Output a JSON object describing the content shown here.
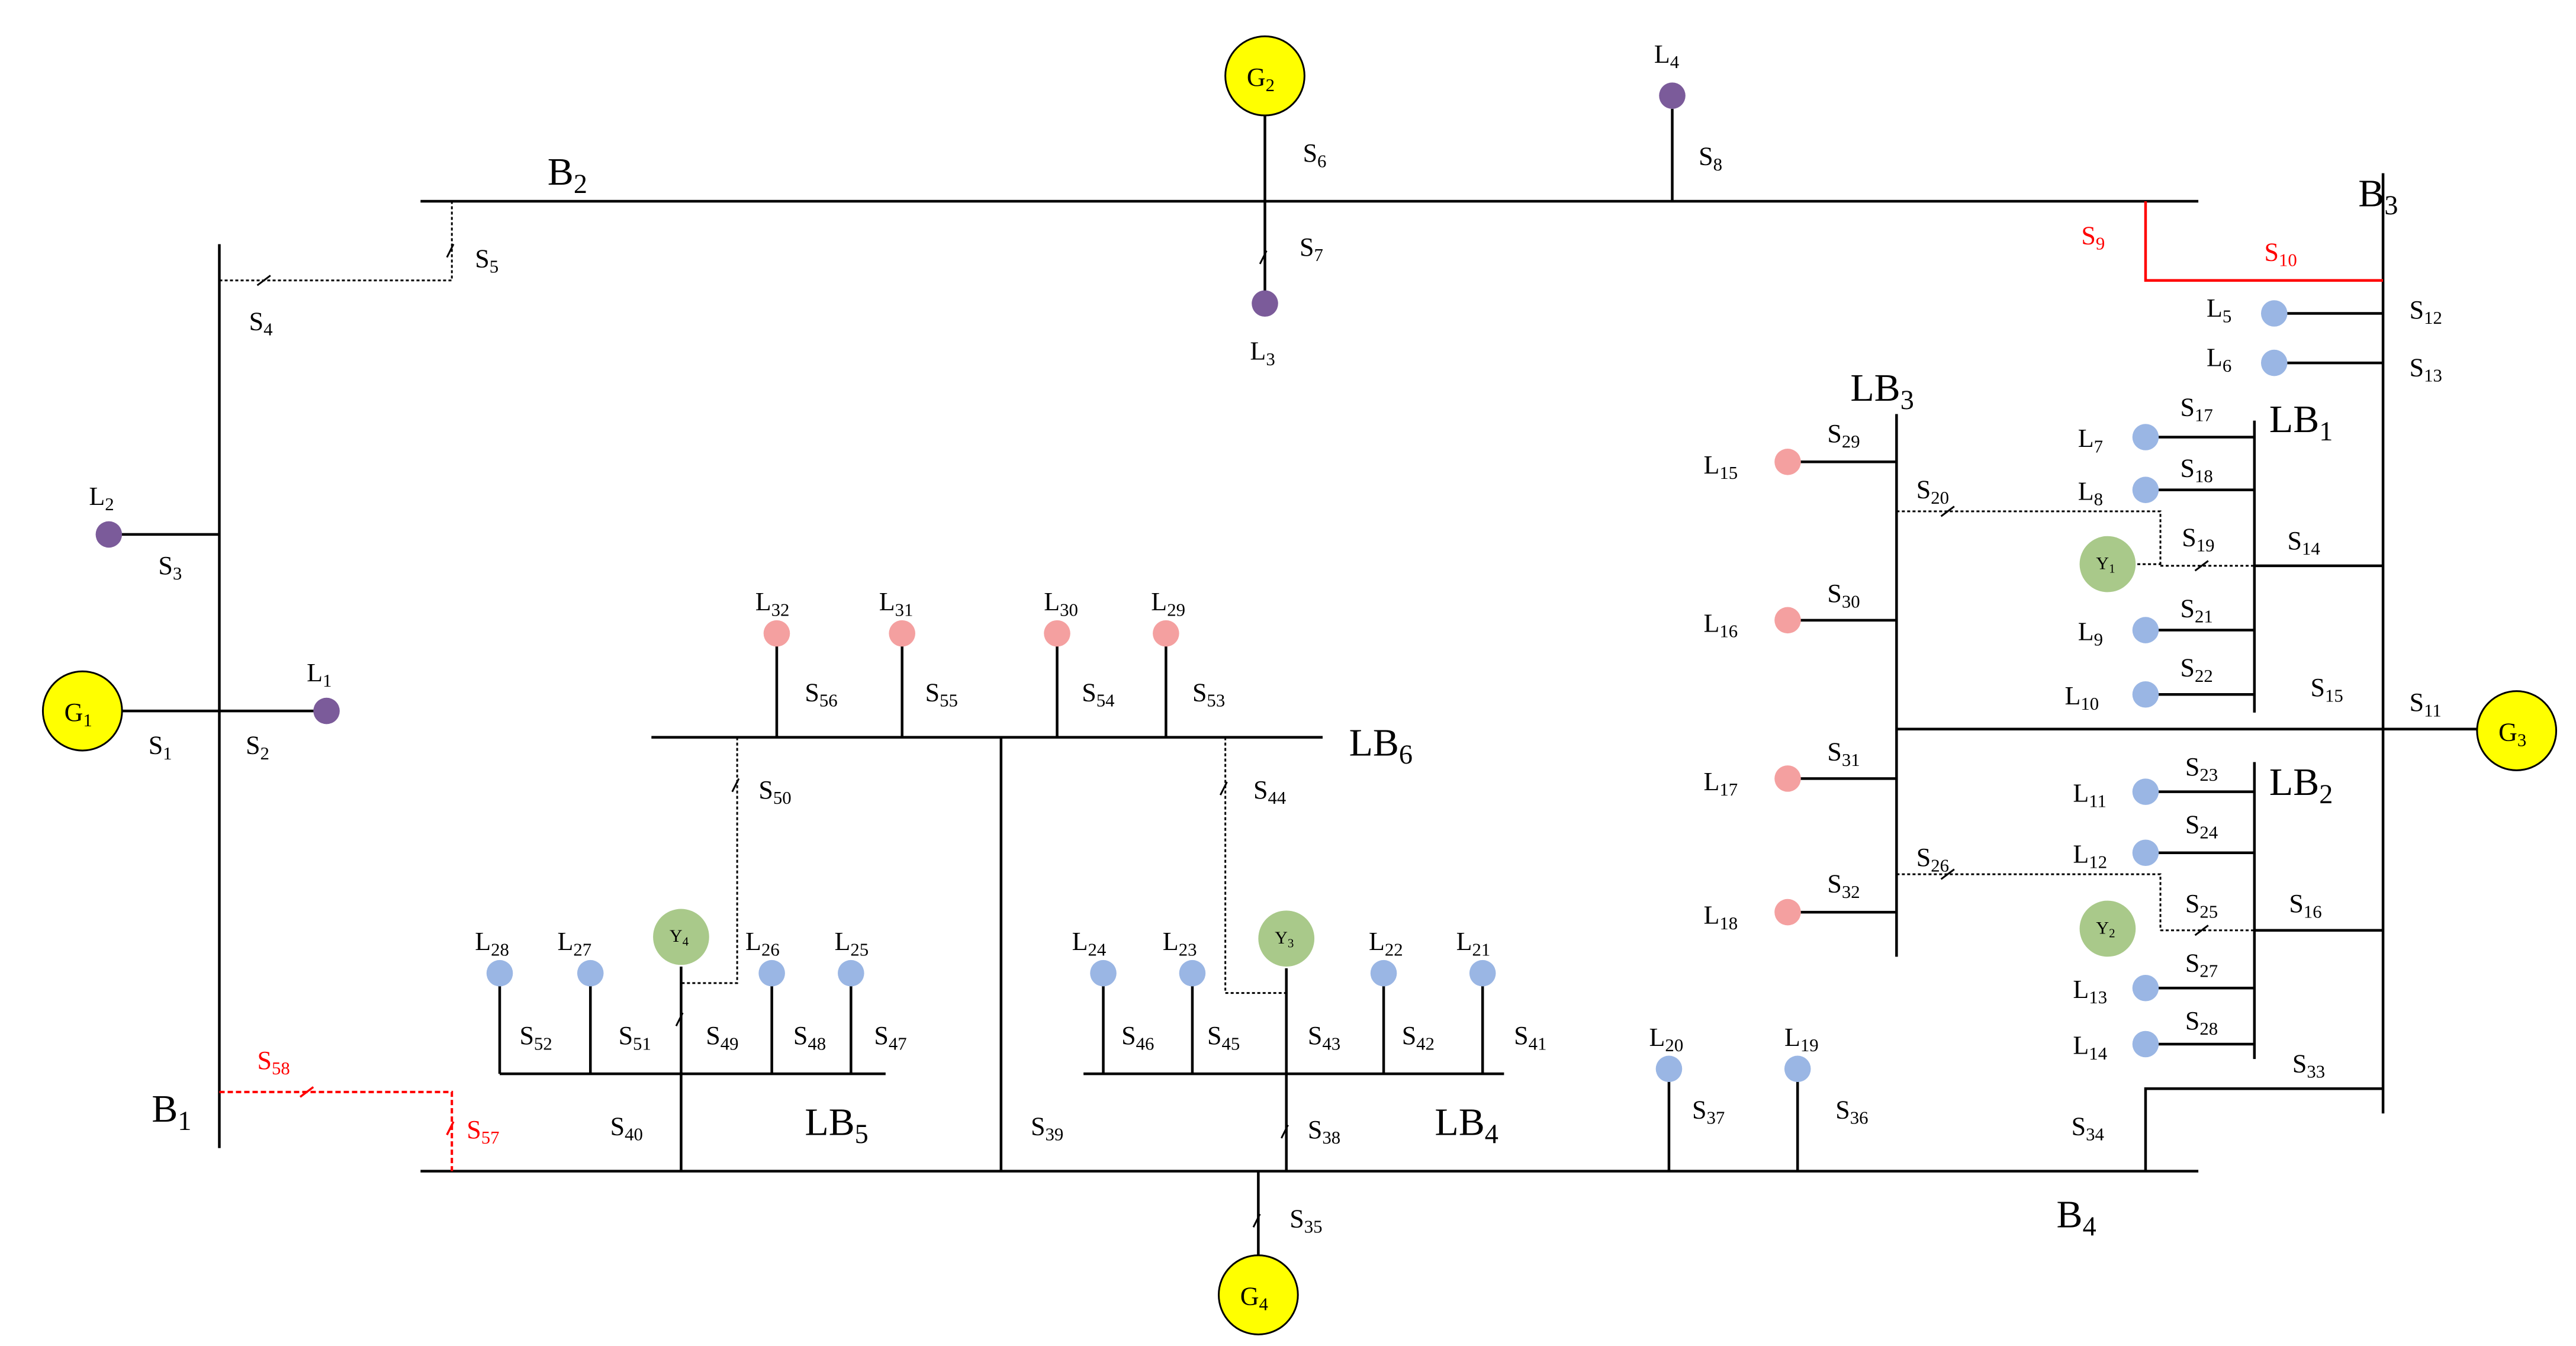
{
  "buses": {
    "B1": {
      "base": "B",
      "sub": "1"
    },
    "B2": {
      "base": "B",
      "sub": "2"
    },
    "B3": {
      "base": "B",
      "sub": "3"
    },
    "B4": {
      "base": "B",
      "sub": "4"
    },
    "LB1": {
      "base": "LB",
      "sub": "1"
    },
    "LB2": {
      "base": "LB",
      "sub": "2"
    },
    "LB3": {
      "base": "LB",
      "sub": "3"
    },
    "LB4": {
      "base": "LB",
      "sub": "4"
    },
    "LB5": {
      "base": "LB",
      "sub": "5"
    },
    "LB6": {
      "base": "LB",
      "sub": "6"
    }
  },
  "generators": [
    {
      "id": "G1",
      "base": "G",
      "sub": "1"
    },
    {
      "id": "G2",
      "base": "G",
      "sub": "2"
    },
    {
      "id": "G3",
      "base": "G",
      "sub": "3"
    },
    {
      "id": "G4",
      "base": "G",
      "sub": "4"
    }
  ],
  "storage": [
    {
      "id": "Y1",
      "base": "Y",
      "sub": "1"
    },
    {
      "id": "Y2",
      "base": "Y",
      "sub": "2"
    },
    {
      "id": "Y3",
      "base": "Y",
      "sub": "3"
    },
    {
      "id": "Y4",
      "base": "Y",
      "sub": "4"
    }
  ],
  "loads": [
    {
      "id": "L1",
      "sub": "1",
      "type": "critical"
    },
    {
      "id": "L2",
      "sub": "2",
      "type": "critical"
    },
    {
      "id": "L3",
      "sub": "3",
      "type": "critical"
    },
    {
      "id": "L4",
      "sub": "4",
      "type": "critical"
    },
    {
      "id": "L5",
      "sub": "5",
      "type": "normal"
    },
    {
      "id": "L6",
      "sub": "6",
      "type": "normal"
    },
    {
      "id": "L7",
      "sub": "7",
      "type": "normal"
    },
    {
      "id": "L8",
      "sub": "8",
      "type": "normal"
    },
    {
      "id": "L9",
      "sub": "9",
      "type": "normal"
    },
    {
      "id": "L10",
      "sub": "10",
      "type": "normal"
    },
    {
      "id": "L11",
      "sub": "11",
      "type": "normal"
    },
    {
      "id": "L12",
      "sub": "12",
      "type": "normal"
    },
    {
      "id": "L13",
      "sub": "13",
      "type": "normal"
    },
    {
      "id": "L14",
      "sub": "14",
      "type": "normal"
    },
    {
      "id": "L15",
      "sub": "15",
      "type": "semi"
    },
    {
      "id": "L16",
      "sub": "16",
      "type": "semi"
    },
    {
      "id": "L17",
      "sub": "17",
      "type": "semi"
    },
    {
      "id": "L18",
      "sub": "18",
      "type": "semi"
    },
    {
      "id": "L19",
      "sub": "19",
      "type": "normal"
    },
    {
      "id": "L20",
      "sub": "20",
      "type": "normal"
    },
    {
      "id": "L21",
      "sub": "21",
      "type": "normal"
    },
    {
      "id": "L22",
      "sub": "22",
      "type": "normal"
    },
    {
      "id": "L23",
      "sub": "23",
      "type": "normal"
    },
    {
      "id": "L24",
      "sub": "24",
      "type": "normal"
    },
    {
      "id": "L25",
      "sub": "25",
      "type": "normal"
    },
    {
      "id": "L26",
      "sub": "26",
      "type": "normal"
    },
    {
      "id": "L27",
      "sub": "27",
      "type": "normal"
    },
    {
      "id": "L28",
      "sub": "28",
      "type": "normal"
    },
    {
      "id": "L29",
      "sub": "29",
      "type": "semi"
    },
    {
      "id": "L30",
      "sub": "30",
      "type": "semi"
    },
    {
      "id": "L31",
      "sub": "31",
      "type": "semi"
    },
    {
      "id": "L32",
      "sub": "32",
      "type": "semi"
    }
  ],
  "switches": [
    {
      "id": "S1",
      "sub": "1"
    },
    {
      "id": "S2",
      "sub": "2"
    },
    {
      "id": "S3",
      "sub": "3"
    },
    {
      "id": "S4",
      "sub": "4"
    },
    {
      "id": "S5",
      "sub": "5"
    },
    {
      "id": "S6",
      "sub": "6"
    },
    {
      "id": "S7",
      "sub": "7"
    },
    {
      "id": "S8",
      "sub": "8"
    },
    {
      "id": "S9",
      "sub": "9",
      "highlight": true
    },
    {
      "id": "S10",
      "sub": "10",
      "highlight": true
    },
    {
      "id": "S11",
      "sub": "11"
    },
    {
      "id": "S12",
      "sub": "12"
    },
    {
      "id": "S13",
      "sub": "13"
    },
    {
      "id": "S14",
      "sub": "14"
    },
    {
      "id": "S15",
      "sub": "15"
    },
    {
      "id": "S16",
      "sub": "16"
    },
    {
      "id": "S17",
      "sub": "17"
    },
    {
      "id": "S18",
      "sub": "18"
    },
    {
      "id": "S19",
      "sub": "19"
    },
    {
      "id": "S20",
      "sub": "20"
    },
    {
      "id": "S21",
      "sub": "21"
    },
    {
      "id": "S22",
      "sub": "22"
    },
    {
      "id": "S23",
      "sub": "23"
    },
    {
      "id": "S24",
      "sub": "24"
    },
    {
      "id": "S25",
      "sub": "25"
    },
    {
      "id": "S26",
      "sub": "26"
    },
    {
      "id": "S27",
      "sub": "27"
    },
    {
      "id": "S28",
      "sub": "28"
    },
    {
      "id": "S29",
      "sub": "29"
    },
    {
      "id": "S30",
      "sub": "30"
    },
    {
      "id": "S31",
      "sub": "31"
    },
    {
      "id": "S32",
      "sub": "32"
    },
    {
      "id": "S33",
      "sub": "33"
    },
    {
      "id": "S34",
      "sub": "34"
    },
    {
      "id": "S35",
      "sub": "35"
    },
    {
      "id": "S36",
      "sub": "36"
    },
    {
      "id": "S37",
      "sub": "37"
    },
    {
      "id": "S38",
      "sub": "38"
    },
    {
      "id": "S39",
      "sub": "39"
    },
    {
      "id": "S40",
      "sub": "40"
    },
    {
      "id": "S41",
      "sub": "41"
    },
    {
      "id": "S42",
      "sub": "42"
    },
    {
      "id": "S43",
      "sub": "43"
    },
    {
      "id": "S44",
      "sub": "44"
    },
    {
      "id": "S45",
      "sub": "45"
    },
    {
      "id": "S46",
      "sub": "46"
    },
    {
      "id": "S47",
      "sub": "47"
    },
    {
      "id": "S48",
      "sub": "48"
    },
    {
      "id": "S49",
      "sub": "49"
    },
    {
      "id": "S50",
      "sub": "50"
    },
    {
      "id": "S51",
      "sub": "51"
    },
    {
      "id": "S52",
      "sub": "52"
    },
    {
      "id": "S53",
      "sub": "53"
    },
    {
      "id": "S54",
      "sub": "54"
    },
    {
      "id": "S55",
      "sub": "55"
    },
    {
      "id": "S56",
      "sub": "56"
    },
    {
      "id": "S57",
      "sub": "57",
      "highlight": true
    },
    {
      "id": "S58",
      "sub": "58",
      "highlight": true
    }
  ],
  "colors": {
    "generator": "#ffff00",
    "storage": "#a9c98a",
    "critical_load": "#7b5b9a",
    "normal_load": "#9ab6e4",
    "semi_critical_load": "#f4a0a0",
    "highlight": "#ff0000",
    "line": "#000000"
  }
}
